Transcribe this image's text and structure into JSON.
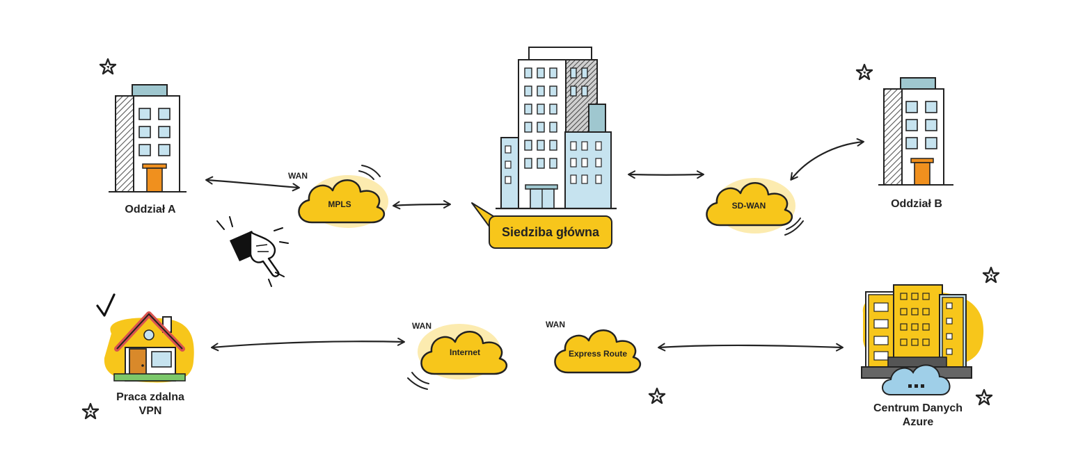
{
  "nodes": {
    "branch_a": "Oddział A",
    "branch_b": "Oddział B",
    "headquarters": "Siedziba główna",
    "remote_work_line1": "Praca zdalna",
    "remote_work_line2": "VPN",
    "datacenter_line1": "Centrum Danych",
    "datacenter_line2": "Azure"
  },
  "clouds": {
    "mpls": "MPLS",
    "sdwan": "SD-WAN",
    "internet": "Internet",
    "express_route": "Express Route"
  },
  "wan_tags": {
    "mpls": "WAN",
    "internet": "WAN",
    "express_route": "WAN"
  },
  "colors": {
    "accent_yellow": "#f7c61b",
    "door_orange": "#f0901e",
    "window_blue": "#c6e3ef",
    "roof_red": "#d9534f",
    "ink": "#222222"
  },
  "icons": [
    "star-icon",
    "checkmark-icon",
    "pointing-hand-icon",
    "cloud-icon",
    "office-building-icon",
    "house-icon",
    "datacenter-icon"
  ]
}
